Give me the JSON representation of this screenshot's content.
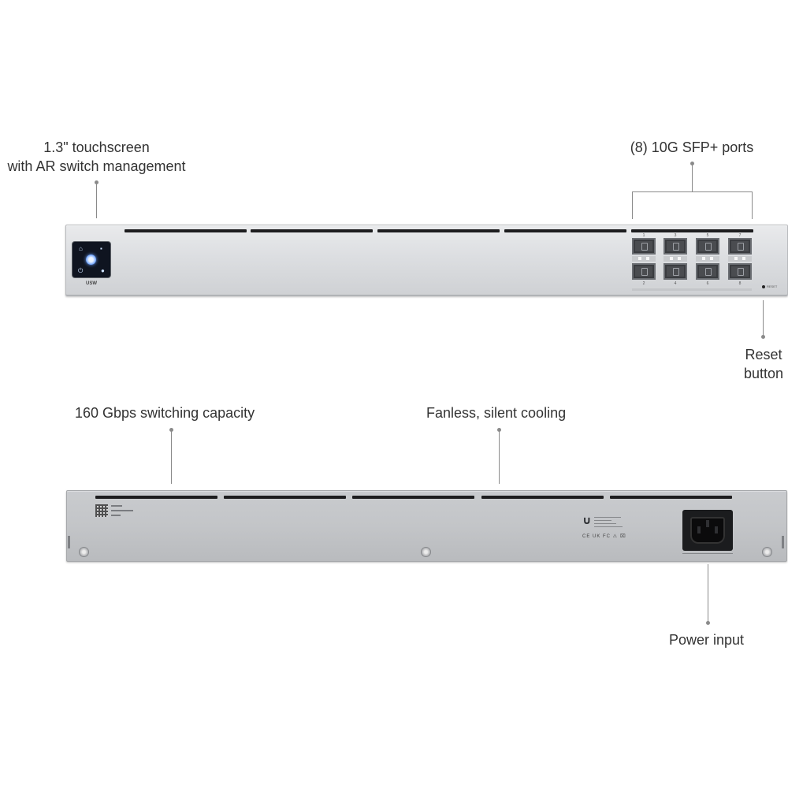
{
  "callouts": {
    "touchscreen_line1": "1.3\" touchscreen",
    "touchscreen_line2": "with AR switch management",
    "sfp_ports": "(8) 10G SFP+ ports",
    "reset_line1": "Reset",
    "reset_line2": "button",
    "switching_capacity": "160 Gbps switching capacity",
    "cooling": "Fanless, silent cooling",
    "power_input": "Power input"
  },
  "front_panel": {
    "model_label": "USW",
    "reset_label": "RESET",
    "port_numbers_top": [
      "1",
      "3",
      "5",
      "7"
    ],
    "port_numbers_bottom": [
      "2",
      "4",
      "6",
      "8"
    ]
  },
  "rear_panel": {
    "cert_marks": "CE UK FC ⚠ ⌧"
  },
  "colors": {
    "panel_silver": "#dcdee1",
    "rear_gray": "#c3c5c8",
    "vent_black": "#1d1d1f",
    "leader_gray": "#8a8a8a",
    "screen_dark": "#0f1420"
  }
}
